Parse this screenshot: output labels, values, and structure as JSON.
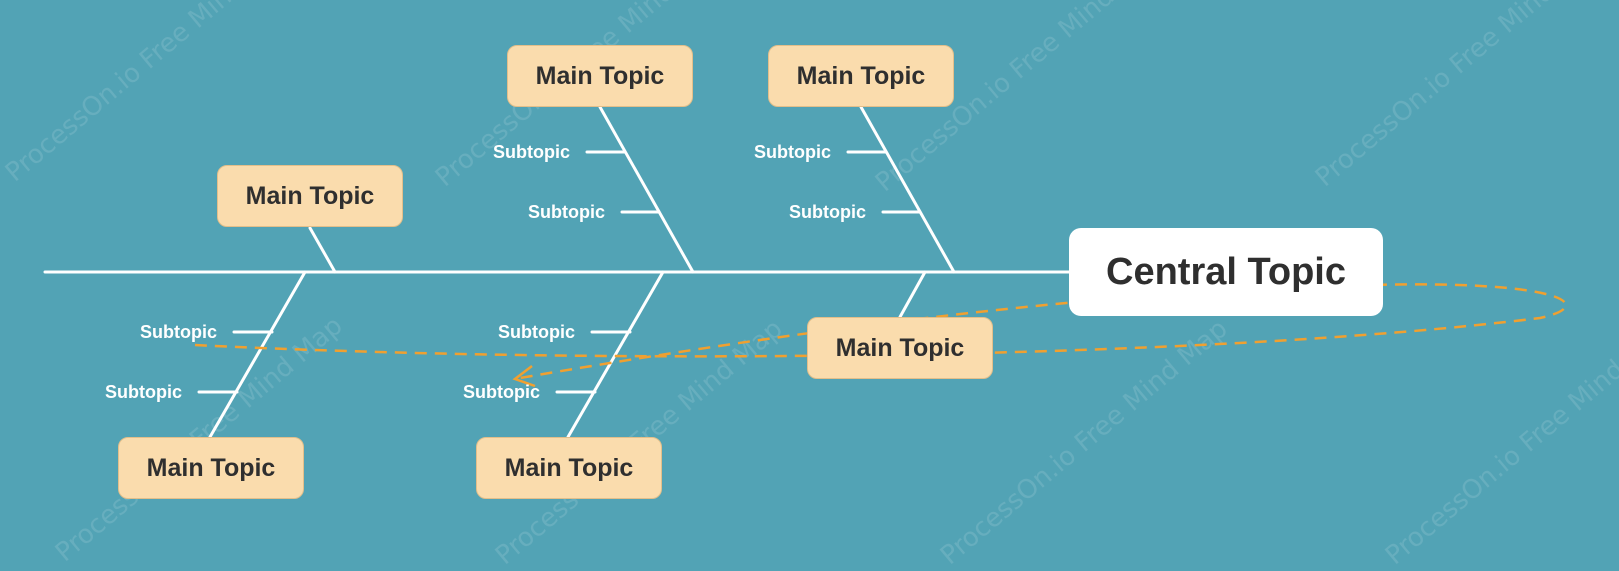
{
  "watermark": {
    "text": "ProcessOn.io Free Mind Map"
  },
  "colors": {
    "background": "#52a3b5",
    "line": "#ffffff",
    "main_topic_fill": "#fadcad",
    "central_fill": "#ffffff",
    "relation": "#f0a030"
  },
  "central": {
    "label": "Central Topic"
  },
  "top_branches": [
    {
      "label": "Main Topic",
      "subtopics": []
    },
    {
      "label": "Main Topic",
      "subtopics": [
        "Subtopic",
        "Subtopic"
      ]
    },
    {
      "label": "Main Topic",
      "subtopics": [
        "Subtopic",
        "Subtopic"
      ]
    }
  ],
  "bottom_branches": [
    {
      "label": "Main Topic",
      "subtopics": [
        "Subtopic",
        "Subtopic"
      ]
    },
    {
      "label": "Main Topic",
      "subtopics": [
        "Subtopic",
        "Subtopic"
      ]
    },
    {
      "label": "Main Topic",
      "subtopics": []
    }
  ]
}
